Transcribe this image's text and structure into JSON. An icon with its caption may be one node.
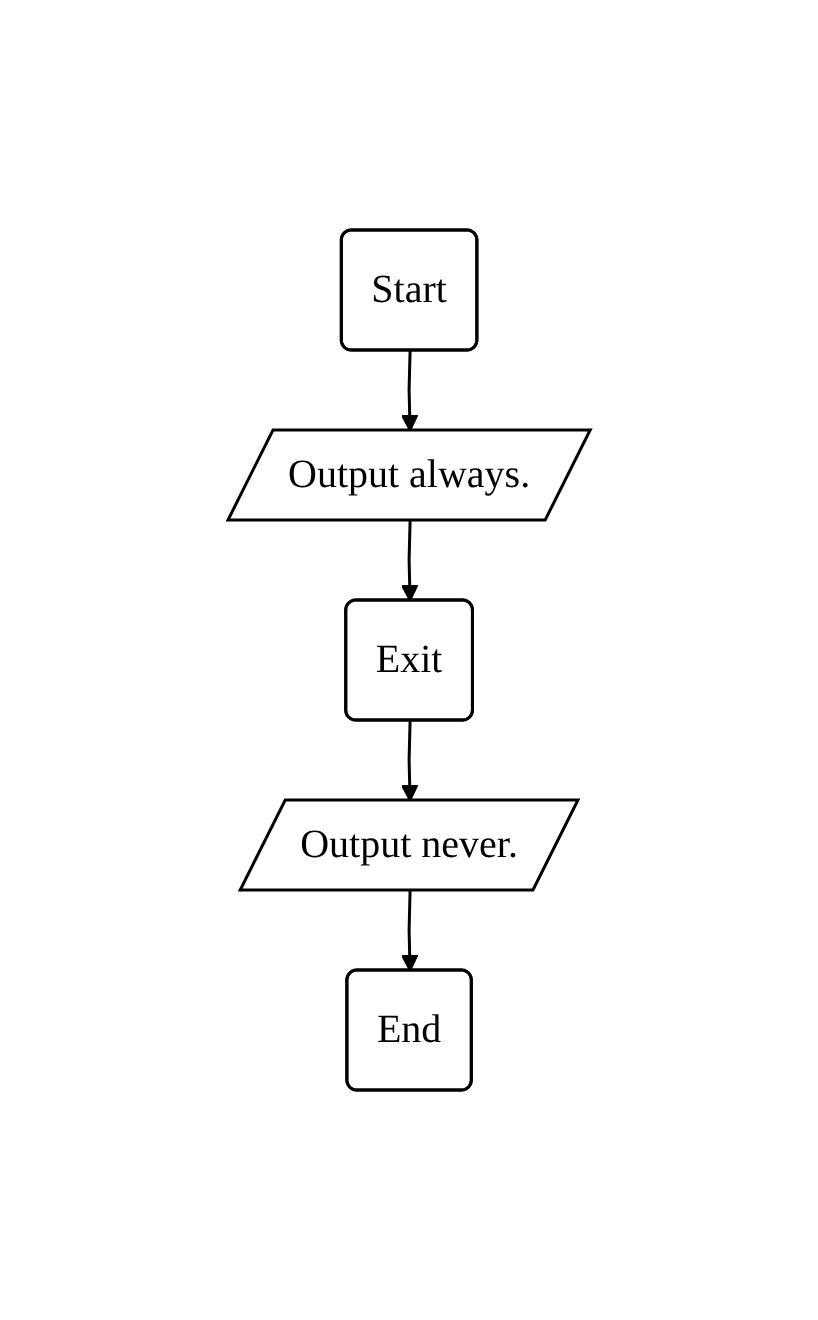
{
  "diagram": {
    "nodes": [
      {
        "text": [
          "Start"
        ]
      },
      {
        "text": [
          "Output always."
        ]
      },
      {
        "text": [
          "Exit"
        ]
      },
      {
        "text": [
          "Output never."
        ]
      },
      {
        "text": [
          "End"
        ]
      }
    ],
    "edges": [
      {
        "from": 0,
        "to": 1,
        "arrow": "to"
      },
      {
        "from": 1,
        "to": 2,
        "arrow": "to"
      },
      {
        "from": 2,
        "to": 3,
        "arrow": "to"
      },
      {
        "from": 3,
        "to": 4,
        "arrow": "to"
      }
    ]
  }
}
